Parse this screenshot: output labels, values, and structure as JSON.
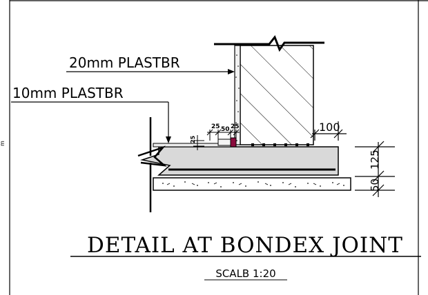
{
  "labels": {
    "plaster_20": "20mm PLASTBR",
    "plaster_10": "10mm PLASTBR",
    "dim_25_left": "25",
    "dim_50": "50",
    "dim_25_right": "25",
    "dim_25_vertical": "25",
    "dim_100": "100",
    "dim_125": "125",
    "dim_50_bottom": "50",
    "edge_text": "m"
  },
  "title": {
    "main": "DETAIL AT BONDEX JOINT",
    "scale": "SCALB 1:20"
  },
  "colors": {
    "line": "#000000",
    "slab_fill": "#d9d9d9",
    "joint_fill": "#8a0a3c"
  }
}
